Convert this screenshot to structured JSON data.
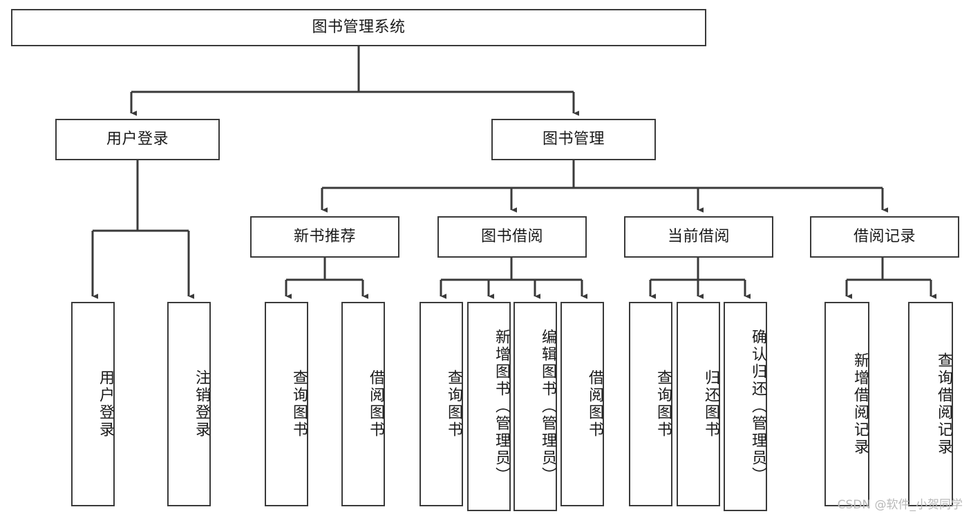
{
  "diagram": {
    "title": "图书管理系统",
    "type": "tree-hierarchy-chart",
    "line_color": "#3a3a3a",
    "box_fill": "#ffffff",
    "text_color": "#1a1a1a",
    "levels": {
      "root": {
        "id": "root",
        "label": "图书管理系统"
      },
      "level2": [
        {
          "id": "user-login",
          "label": "用户登录"
        },
        {
          "id": "book-management",
          "label": "图书管理"
        }
      ],
      "level3": [
        {
          "id": "new-book-recommend",
          "label": "新书推荐"
        },
        {
          "id": "book-borrow",
          "label": "图书借阅"
        },
        {
          "id": "current-borrow",
          "label": "当前借阅"
        },
        {
          "id": "borrow-record",
          "label": "借阅记录"
        }
      ],
      "leaves": {
        "user-login": [
          {
            "id": "leaf-user-login",
            "label": "用户登录"
          },
          {
            "id": "leaf-logout-login",
            "label": "注销登录"
          }
        ],
        "new-book-recommend": [
          {
            "id": "leaf-query-book-1",
            "label": "查询图书"
          },
          {
            "id": "leaf-borrow-book-1",
            "label": "借阅图书"
          }
        ],
        "book-borrow": [
          {
            "id": "leaf-query-book-2",
            "label": "查询图书"
          },
          {
            "id": "leaf-add-book-admin",
            "label": "新增图书（管理员）"
          },
          {
            "id": "leaf-edit-book-admin",
            "label": "编辑图书（管理员）"
          },
          {
            "id": "leaf-borrow-book-2",
            "label": "借阅图书"
          }
        ],
        "current-borrow": [
          {
            "id": "leaf-query-book-3",
            "label": "查询图书"
          },
          {
            "id": "leaf-return-book",
            "label": "归还图书"
          },
          {
            "id": "leaf-confirm-return-admin",
            "label": "确认归还（管理员）"
          }
        ],
        "borrow-record": [
          {
            "id": "leaf-add-borrow-record",
            "label": "新增借阅记录"
          },
          {
            "id": "leaf-query-borrow-record",
            "label": "查询借阅记录"
          }
        ]
      }
    }
  },
  "watermark": {
    "text": "CSDN @软件_小贺同学"
  }
}
